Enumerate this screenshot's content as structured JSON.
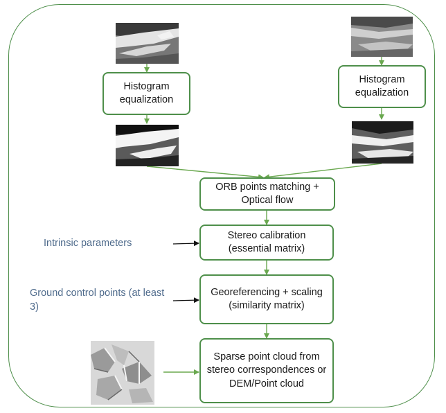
{
  "steps": {
    "hist_left": "Histogram equalization",
    "hist_right": "Histogram equalization",
    "orb": "ORB points matching + Optical flow",
    "stereo": "Stereo calibration (essential matrix)",
    "georef": "Georeferencing + scaling (similarity matrix)",
    "sparse": "Sparse point cloud from stereo correspondences or DEM/Point cloud"
  },
  "inputs": {
    "intrinsic": "Intrinsic parameters",
    "gcp": "Ground control  points (at least 3)"
  },
  "colors": {
    "box_border": "#4e8f4a",
    "arrow_green": "#6aa84f",
    "input_text": "#4f6b8c"
  },
  "images": [
    "left-raw-photo",
    "right-raw-photo",
    "left-equalized-photo",
    "right-equalized-photo",
    "dem-hillshade"
  ]
}
